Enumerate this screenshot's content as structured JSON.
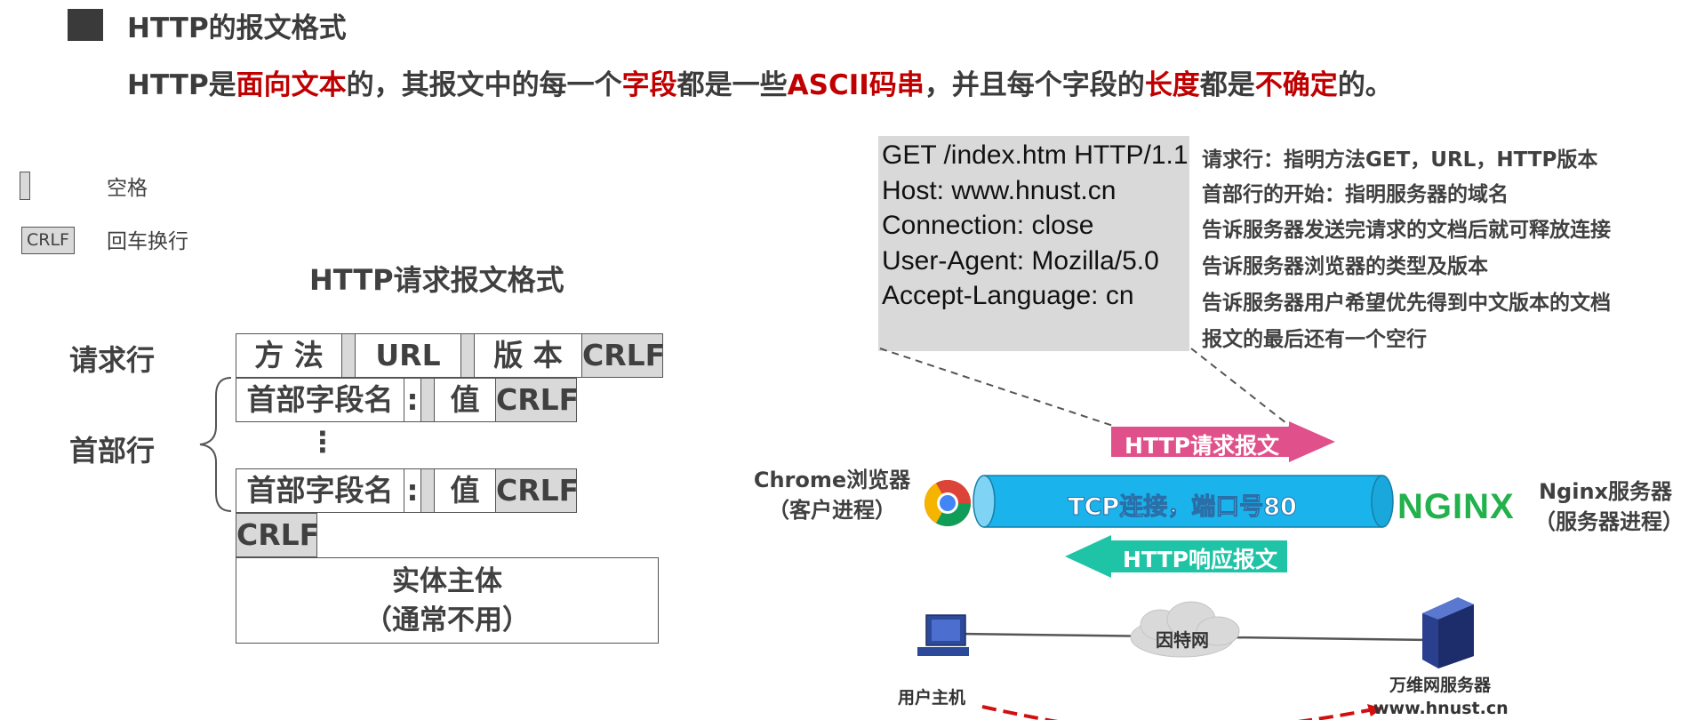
{
  "header": {
    "title": "HTTP的报文格式",
    "subtitle_parts": [
      "HTTP是",
      "面向文本",
      "的，其报文中的每一个",
      "字段",
      "都是一些",
      "ASCII码串",
      "，并且每个字段的",
      "长度",
      "都是",
      "不确定",
      "的。"
    ]
  },
  "legend": {
    "space_label": "空格",
    "crlf_box": "CRLF",
    "crlf_label": "回车换行"
  },
  "request_format": {
    "title": "HTTP请求报文格式",
    "request_line_label": "请求行",
    "header_line_label": "首部行",
    "method": "方 法",
    "url": "URL",
    "version": "版 本",
    "crlf": "CRLF",
    "field_name": "首部字段名",
    "colon": ":",
    "value": "值",
    "dots": "⋮",
    "body_line1": "实体主体",
    "body_line2": "（通常不用）"
  },
  "example_message": {
    "lines": [
      "GET /index.htm HTTP/1.1",
      "Host: www.hnust.cn",
      "Connection: close",
      "User-Agent:  Mozilla/5.0",
      "Accept-Language: cn"
    ],
    "notes": [
      "请求行：指明方法GET，URL，HTTP版本",
      "首部行的开始：指明服务器的域名",
      "告诉服务器发送完请求的文档后就可释放连接",
      "告诉服务器浏览器的类型及版本",
      "告诉服务器用户希望优先得到中文版本的文档",
      "报文的最后还有一个空行"
    ]
  },
  "connection": {
    "client_line1": "Chrome浏览器",
    "client_line2": "（客户进程）",
    "server_line1": "Nginx服务器",
    "server_line2": "（服务器进程）",
    "nginx_logo": "NGINX",
    "tcp_label": "TCP连接，端口号80",
    "request_arrow": "HTTP请求报文",
    "response_arrow": "HTTP响应报文",
    "colors": {
      "request_arrow": "#e0508a",
      "response_arrow": "#1fc4a6",
      "tcp_pipe": "#1bb3ec",
      "highlight_red": "#c00000"
    }
  },
  "network": {
    "internet_label": "因特网",
    "host_label": "用户主机",
    "server_label_line1": "万维网服务器",
    "server_label_line2": "www.hnust.cn"
  }
}
